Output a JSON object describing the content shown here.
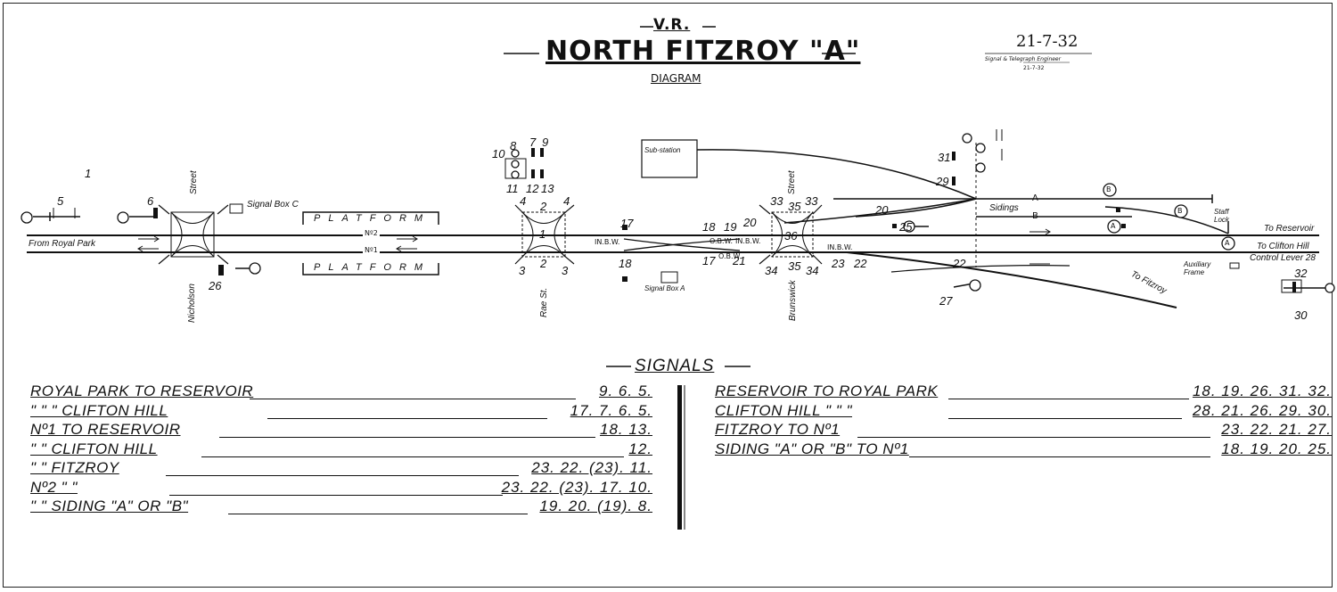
{
  "header": {
    "vr": "V.R.",
    "title": "NORTH FITZROY \"A\"",
    "subtitle": "DIAGRAM",
    "date": "21-7-32",
    "engineer": "Signal & Telegraph Engineer",
    "engineer_date": "21-7-32"
  },
  "diagram": {
    "from_royal_park": "From Royal Park",
    "to_reservoir": "To Reservoir",
    "to_clifton_hill": "To Clifton Hill",
    "control_lever": "Control Lever 28",
    "to_fitzroy": "To Fitzroy",
    "platform_upper": "PLATFORM",
    "platform_lower": "PLATFORM",
    "line_no2": "Nº2",
    "line_no1": "Nº1",
    "sidings": "Sidings",
    "siding_a": "A",
    "siding_b": "B",
    "signal_box_c": "Signal Box C",
    "signal_box_a": "Signal Box A",
    "sub_station": "Sub-station",
    "auxiliary_frame": "Auxiliary Frame",
    "staff_lock": "Staff Lock",
    "street_nicholson": "Nicholson",
    "street_label_1": "Street",
    "street_rae": "Rae St.",
    "street_brunswick": "Brunswick",
    "street_label_2": "Street",
    "ibw": "IN.B.W.",
    "obw": "O.B.W.",
    "labels": {
      "n1": "1",
      "n2": "2",
      "n3": "3",
      "n4": "4",
      "n5": "5",
      "n6": "6",
      "n7": "7",
      "n8": "8",
      "n9": "9",
      "n10": "10",
      "n11": "11",
      "n12": "12",
      "n13": "13",
      "n17": "17",
      "n18": "18",
      "n19": "19",
      "n20": "20",
      "n21": "21",
      "n22": "22",
      "n23": "23",
      "n25": "25",
      "n26": "26",
      "n27": "27",
      "n29": "29",
      "n30": "30",
      "n31": "31",
      "n32": "32",
      "n33": "33",
      "n34": "34",
      "n35": "35",
      "n36": "36",
      "circA": "A",
      "circB": "B"
    }
  },
  "signals": {
    "heading": "SIGNALS",
    "left": [
      {
        "label": "ROYAL PARK TO RESERVOIR",
        "value": "9. 6. 5."
      },
      {
        "label": "\"    \"    \" CLIFTON HILL",
        "value": "17. 7. 6. 5."
      },
      {
        "label": "Nº1 TO RESERVOIR",
        "value": "18. 13."
      },
      {
        "label": "\"  \" CLIFTON HILL",
        "value": "12."
      },
      {
        "label": "\"  \" FITZROY",
        "value": "23. 22. (23). 11."
      },
      {
        "label": "Nº2 \"    \"",
        "value": "23. 22. (23). 17. 10."
      },
      {
        "label": "\"  \" SIDING \"A\" OR \"B\"",
        "value": "19. 20. (19). 8."
      }
    ],
    "right": [
      {
        "label": "RESERVOIR TO ROYAL PARK",
        "value": "18. 19. 26. 31. 32."
      },
      {
        "label": "CLIFTON HILL \"    \"    \"",
        "value": "28. 21. 26. 29. 30."
      },
      {
        "label": "FITZROY TO Nº1",
        "value": "23. 22. 21. 27."
      },
      {
        "label": "SIDING \"A\" OR \"B\" TO Nº1",
        "value": "18. 19. 20. 25."
      }
    ]
  }
}
